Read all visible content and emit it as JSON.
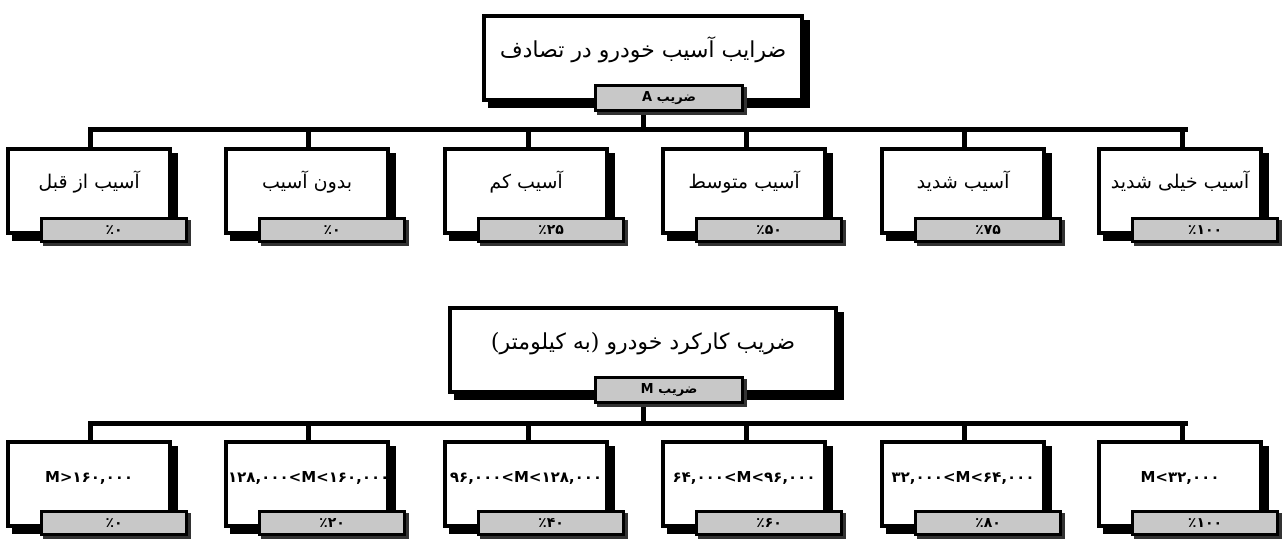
{
  "diagram_a": {
    "root": {
      "title": "ضرایب آسیب خودرو در تصادف",
      "tag": "ضریب A"
    },
    "nodes": [
      {
        "title": "آسیب از قبل",
        "tag": "٪۰"
      },
      {
        "title": "بدون آسیب",
        "tag": "٪۰"
      },
      {
        "title": "آسیب کم",
        "tag": "٪۲۵"
      },
      {
        "title": "آسیب متوسط",
        "tag": "٪۵۰"
      },
      {
        "title": "آسیب شدید",
        "tag": "٪۷۵"
      },
      {
        "title": "آسیب خیلی شدید",
        "tag": "٪۱۰۰"
      }
    ]
  },
  "diagram_m": {
    "root": {
      "title": "ضریب کارکرد خودرو (به کیلومتر)",
      "tag": "ضریب M"
    },
    "nodes": [
      {
        "title": "M>۱۶۰,۰۰۰",
        "tag": "٪۰"
      },
      {
        "title": "۱۲۸,۰۰۰<M<۱۶۰,۰۰۰",
        "tag": "٪۲۰"
      },
      {
        "title": "۹۶,۰۰۰<M<۱۲۸,۰۰۰",
        "tag": "٪۴۰"
      },
      {
        "title": "۶۴,۰۰۰<M<۹۶,۰۰۰",
        "tag": "٪۶۰"
      },
      {
        "title": "۳۲,۰۰۰<M<۶۴,۰۰۰",
        "tag": "٪۸۰"
      },
      {
        "title": "M<۳۲,۰۰۰",
        "tag": "٪۱۰۰"
      }
    ]
  }
}
